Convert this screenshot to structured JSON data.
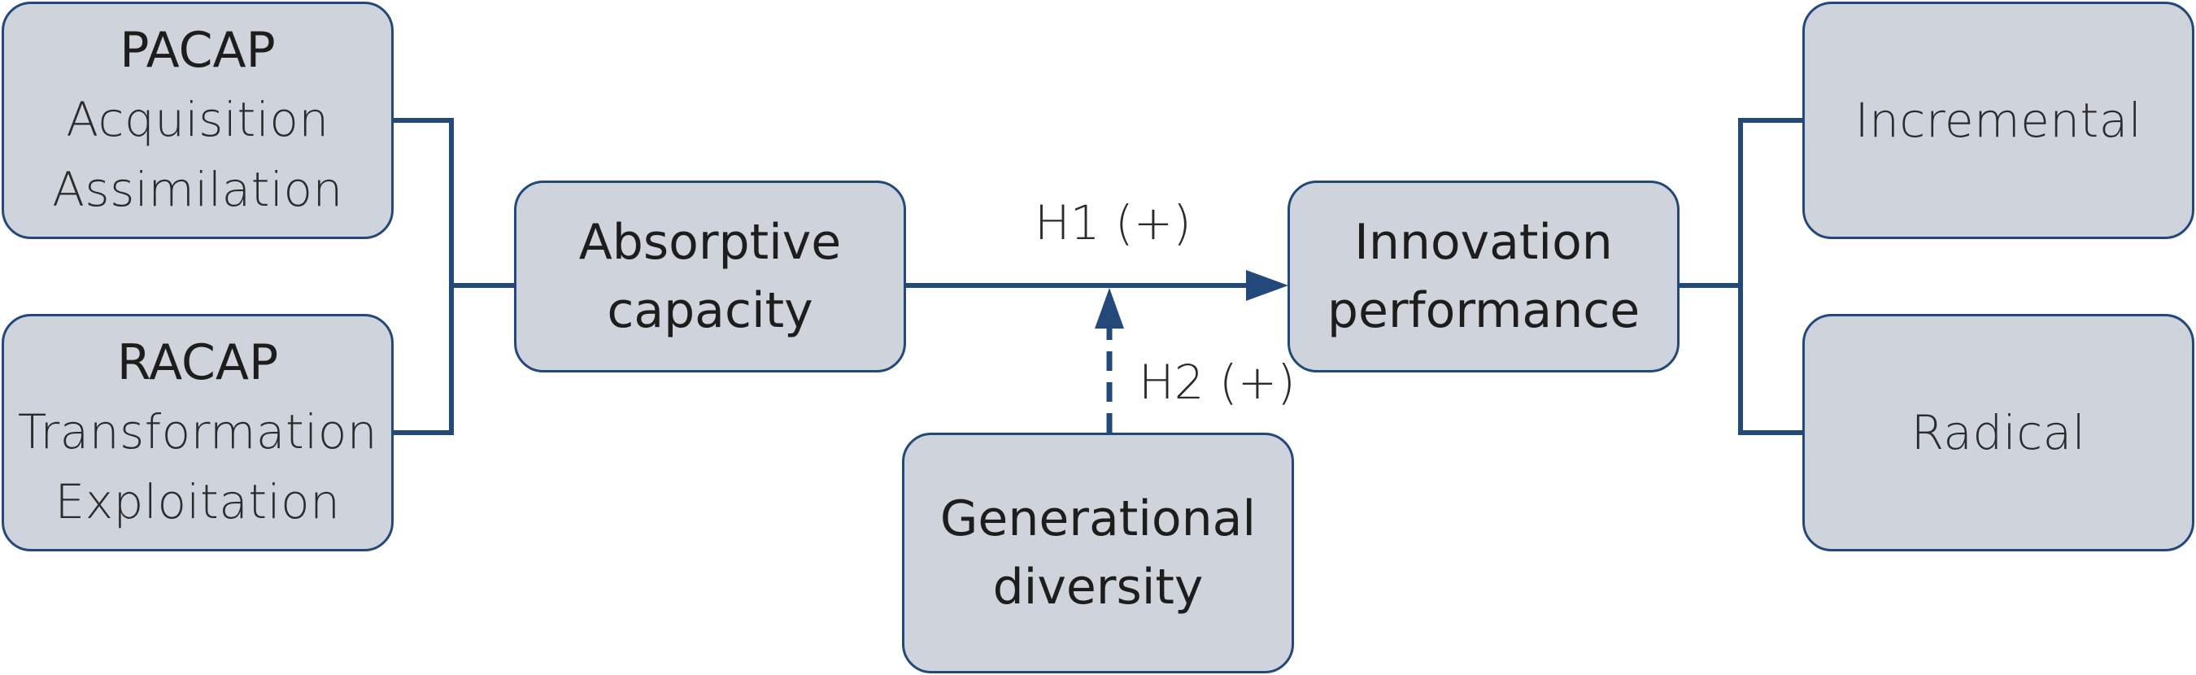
{
  "boxes": {
    "pacap": {
      "title": "PACAP",
      "lines": [
        "Acquisition",
        "Assimilation"
      ]
    },
    "racap": {
      "title": "RACAP",
      "lines": [
        "Transformation",
        "Exploitation"
      ]
    },
    "absorptive_capacity": {
      "lines": [
        "Absorptive",
        "capacity"
      ]
    },
    "innovation_performance": {
      "lines": [
        "Innovation",
        "performance"
      ]
    },
    "generational_diversity": {
      "lines": [
        "Generational",
        "diversity"
      ]
    },
    "incremental": {
      "label": "Incremental"
    },
    "radical": {
      "label": "Radical"
    }
  },
  "hypotheses": {
    "h1": "H1 (+)",
    "h2": "H2 (+)"
  },
  "colors": {
    "box_fill": "#ced3dc",
    "stroke": "#23497a",
    "text": "#1d1d1b"
  }
}
